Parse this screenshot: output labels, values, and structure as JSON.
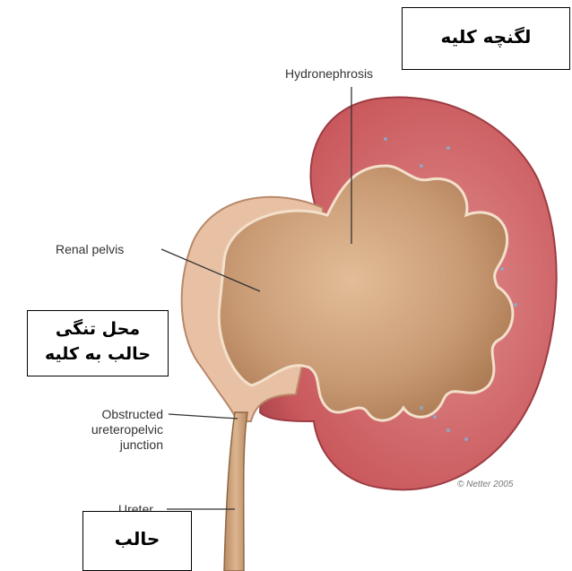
{
  "labels": {
    "hydronephrosis": "Hydronephrosis",
    "renal_pelvis": "Renal pelvis",
    "obstructed_ujp_line1": "Obstructed",
    "obstructed_ujp_line2": "ureteropelvic",
    "obstructed_ujp_line3": "junction",
    "ureter": "Ureter"
  },
  "boxes": {
    "renal_pelvis_fa": "لگنچه کلیه",
    "stenosis_fa_line1": "محل تنگی",
    "stenosis_fa_line2": "حالب به کلیه",
    "ureter_fa": "حالب"
  },
  "signature": "© Netter 2005",
  "colors": {
    "kidney_outer": "#c4575c",
    "kidney_cortex": "#d77a7c",
    "pelvis": "#c89a74",
    "pelvis_light": "#dcb590",
    "capsule": "#e9c4a8"
  }
}
